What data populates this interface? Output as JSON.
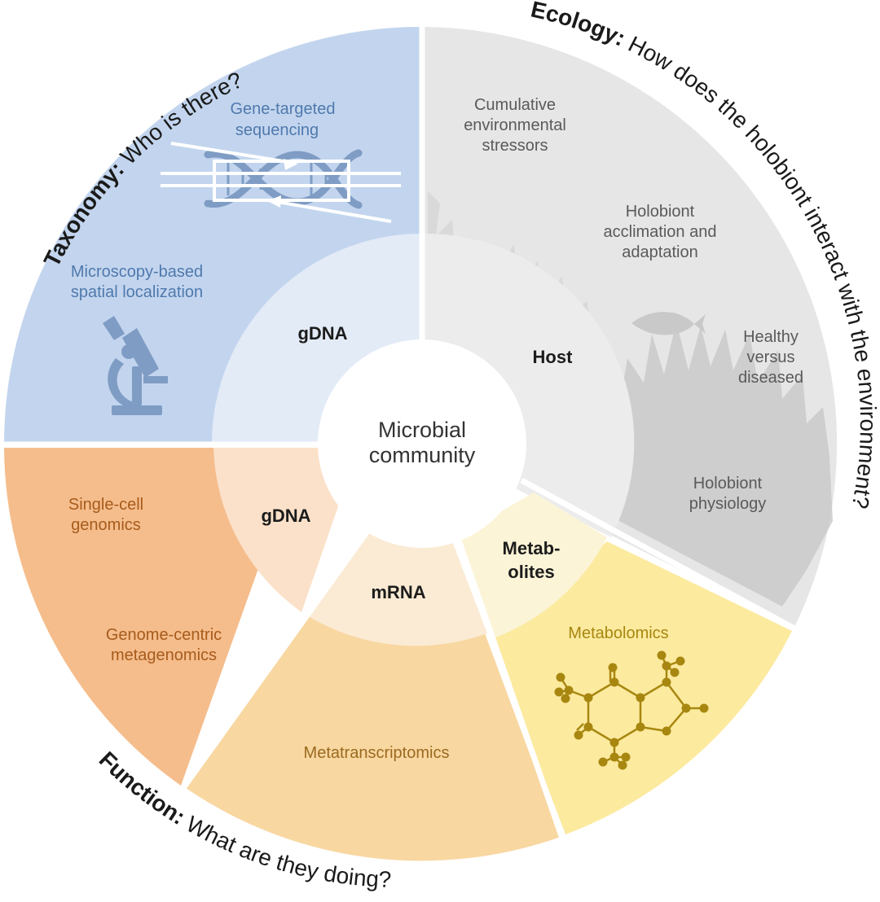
{
  "colors": {
    "taxonomy_outer": "#c3d5ee",
    "taxonomy_inner": "#e3ebf7",
    "taxonomy_text": "#4f79ad",
    "taxonomy_icon": "#7f9cc4",
    "ecology_outer": "#e6e6e6",
    "ecology_inner": "#ececec",
    "ecology_text": "#5a5a5a",
    "ecology_silhouette": "#c9c9c9",
    "genome_outer": "#f5bd8c",
    "genome_inner": "#fbe1c9",
    "genome_text": "#a75b1c",
    "mrna_outer": "#f8d7a1",
    "mrna_inner": "#fbebd4",
    "mrna_text": "#9b6a1f",
    "metab_outer": "#fcea9f",
    "metab_inner": "#fcf4d7",
    "metab_text": "#a88710",
    "molecule": "#a88710"
  },
  "center": {
    "line1": "Microbial",
    "line2": "community"
  },
  "arcs": {
    "taxonomy": {
      "title": "Taxonomy:",
      "question": " Who is there?"
    },
    "ecology": {
      "title": "Ecology:",
      "question": " How does the holobiont interact with the environment?"
    },
    "function": {
      "title": "Function:",
      "question": " What are they doing?"
    }
  },
  "rings": {
    "gdna_top": "gDNA",
    "host": "Host",
    "gdna_bottom": "gDNA",
    "mrna": "mRNA",
    "metab_line1": "Metab-",
    "metab_line2": "olites"
  },
  "taxonomy_labels": {
    "gene_line1": "Gene-targeted",
    "gene_line2": "sequencing",
    "micro_line1": "Microscopy-based",
    "micro_line2": "spatial localization"
  },
  "ecology_labels": {
    "cum_line1": "Cumulative",
    "cum_line2": "environmental",
    "cum_line3": "stressors",
    "acc_line1": "Holobiont",
    "acc_line2": "acclimation and",
    "acc_line3": "adaptation",
    "hv_line1": "Healthy",
    "hv_line2": "versus",
    "hv_line3": "diseased",
    "phys_line1": "Holobiont",
    "phys_line2": "physiology"
  },
  "function_labels": {
    "single_line1": "Single-cell",
    "single_line2": "genomics",
    "genome_line1": "Genome-centric",
    "genome_line2": "metagenomics",
    "metatranscriptomics": "Metatranscriptomics",
    "metabolomics": "Metabolomics"
  },
  "icons": [
    "dna-icon",
    "microscope-icon",
    "coral-reef-silhouette",
    "fish-icon",
    "molecule-icon"
  ]
}
